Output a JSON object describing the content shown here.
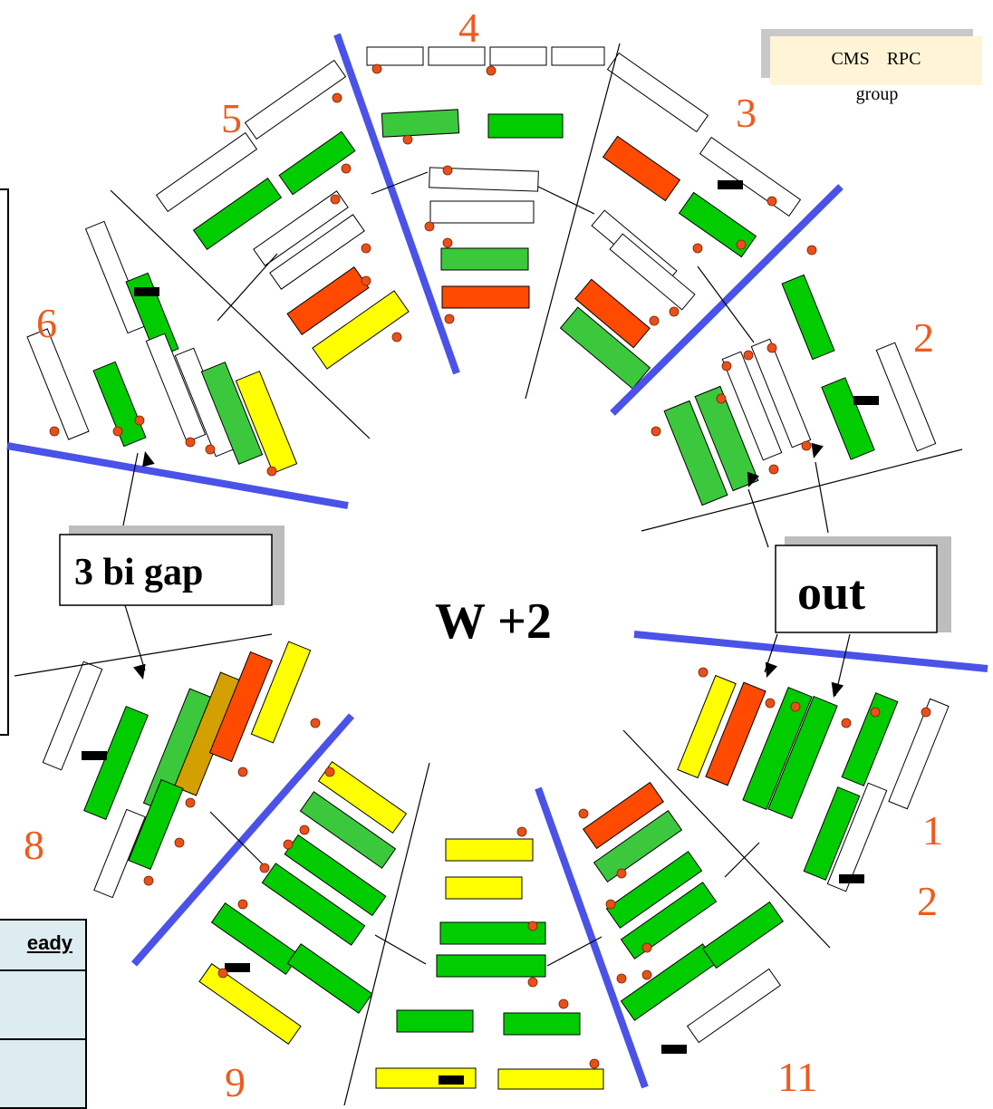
{
  "center_label": "W +2",
  "badge": {
    "title": "CMS RPC",
    "subtitle": "group"
  },
  "callouts": {
    "left": "3 bi gap",
    "right": "out"
  },
  "table_fragment": {
    "header": "eady"
  },
  "sector_numbers": [
    "4",
    "3",
    "2",
    "1",
    "2",
    "11",
    "9",
    "8",
    "6",
    "5"
  ],
  "colors": {
    "green": "#00cc00",
    "light_green": "#3cc83c",
    "red": "#ff4a00",
    "yellow": "#ffff00",
    "amber": "#d4a000",
    "empty": "#ffffff",
    "sector_boundary": "#4a52e8",
    "hole_marker": "#e8501a",
    "number": "#f05a1e"
  },
  "legend_meaning": {}
}
